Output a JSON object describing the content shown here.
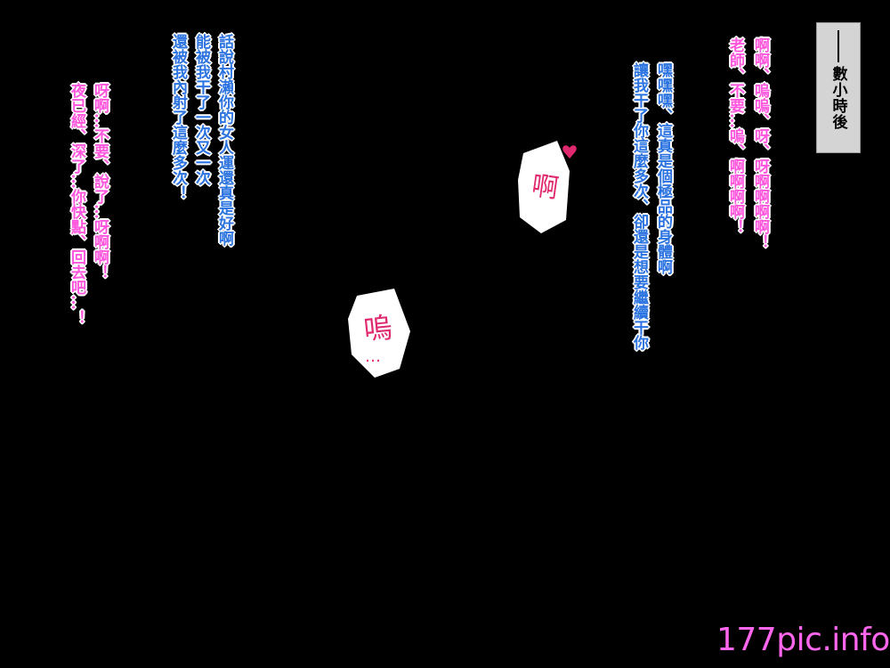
{
  "caption": {
    "text": "數小時後"
  },
  "dialogue": {
    "pink_right_1": "啊啊、嗚嗚、呀、呀啊啊啊啊！",
    "pink_right_2": "老師、不要…嗚、啊啊啊啊！",
    "blue_mid_1": "嘿嘿嘿、這真是個極品的身體啊",
    "blue_mid_2": "讓我干了你這麼多次、卻還是想要繼續干你",
    "blue_left_1": "話說村瀨你的女人運還真是好啊",
    "blue_left_2": "能被我干了一次又一次",
    "blue_left_3": "還被我內射了這麼多次！",
    "pink_left_1": "呀啊…不要、說了…呀啊啊！",
    "pink_left_2": "夜已經、深了…你快點、回去吧…！"
  },
  "sfx": {
    "moan_1": "啊",
    "moan_2": "嗚",
    "moan_2_tail": "…"
  },
  "colors": {
    "pink": "#ff55dd",
    "blue": "#2b73e0",
    "sfx": "#e0286e",
    "watermark": "#ff66ee"
  },
  "watermark": {
    "text": "177pic.info"
  }
}
